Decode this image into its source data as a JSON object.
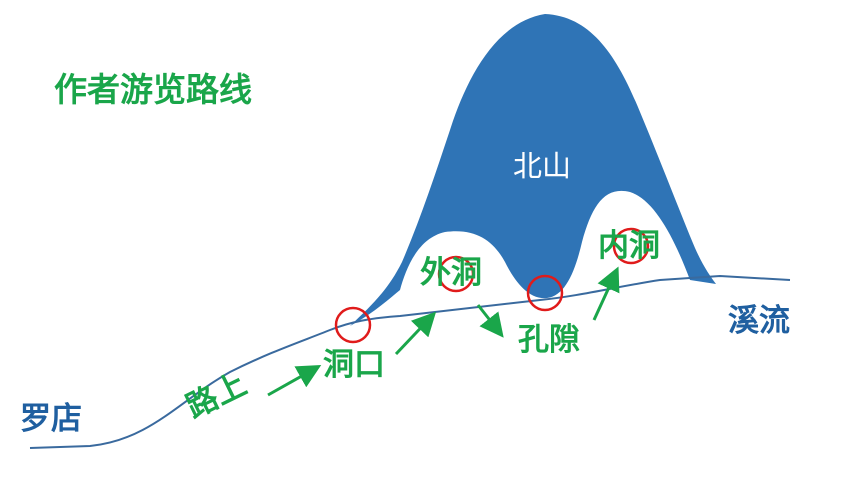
{
  "title": "作者游览路线",
  "labels": {
    "mountain": "北山",
    "outer_cave": "外洞",
    "inner_cave": "内洞",
    "cave_mouth": "洞口",
    "crevice": "孔隙",
    "on_the_road": "路上",
    "luodian": "罗店",
    "stream": "溪流"
  },
  "colors": {
    "mountain_fill": "#2f74b6",
    "ground_line": "#3a6a9e",
    "route_green": "#1aa64a",
    "marker_red": "#e01b1b",
    "place_blue": "#1f5fa0"
  }
}
